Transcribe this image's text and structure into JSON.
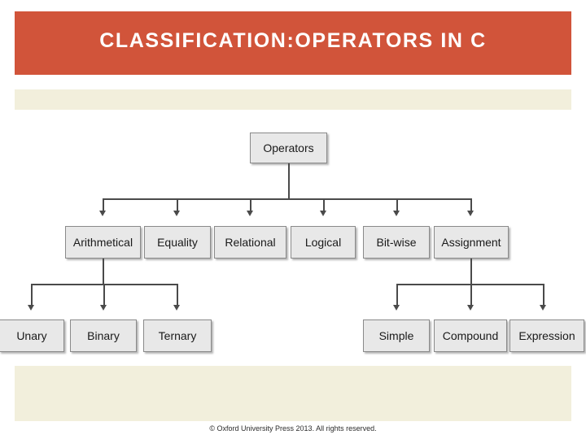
{
  "slide": {
    "title": "CLASSIFICATION:OPERATORS IN C",
    "footer": "© Oxford University Press 2013. All rights reserved.",
    "colors": {
      "header_bg": "#d1543a",
      "header_text": "#ffffff",
      "panel_cream": "#f2efdc",
      "node_fill": "#e8e8e8",
      "node_border": "#8a8a8a",
      "connector": "#4a4a4a"
    }
  },
  "diagram": {
    "type": "tree",
    "root": {
      "label": "Operators"
    },
    "level2": [
      {
        "label": "Arithmetical"
      },
      {
        "label": "Equality"
      },
      {
        "label": "Relational"
      },
      {
        "label": "Logical"
      },
      {
        "label": "Bit-wise"
      },
      {
        "label": "Assignment"
      }
    ],
    "level3_left": [
      {
        "label": "Unary"
      },
      {
        "label": "Binary"
      },
      {
        "label": "Ternary"
      }
    ],
    "level3_right": [
      {
        "label": "Simple"
      },
      {
        "label": "Compound"
      },
      {
        "label": "Expression"
      }
    ]
  }
}
